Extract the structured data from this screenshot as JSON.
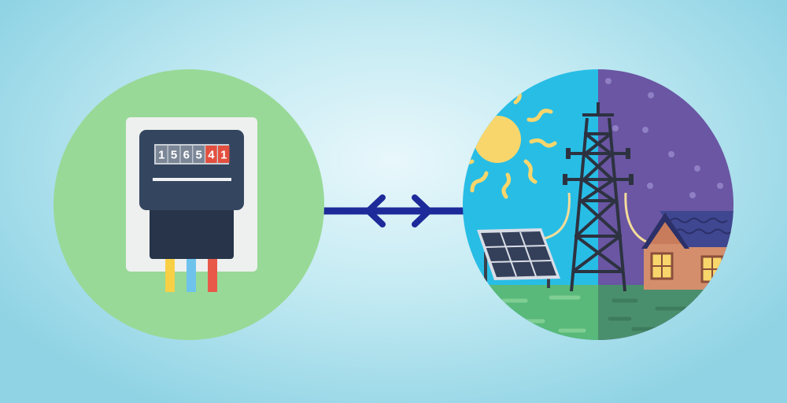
{
  "meter": {
    "digits": [
      "1",
      "5",
      "6",
      "5",
      "4",
      "1"
    ],
    "digit_colors": [
      "#7b8796",
      "#7b8796",
      "#7b8796",
      "#7b8796",
      "#e3503f",
      "#e3503f"
    ],
    "wire_colors": [
      "#f7d046",
      "#6ec3ec",
      "#e8594a"
    ]
  },
  "connector": {
    "arrow_icons": [
      "arrow-left-icon",
      "arrow-right-icon"
    ],
    "color": "#1d2a9a"
  },
  "scene_colors": {
    "meter_circle": "#98d997",
    "day_sky": "#28bde5",
    "night_sky": "#6a56a3",
    "sun": "#f8d66c",
    "day_grass": "#59b97a",
    "night_grass": "#4a8f6d"
  }
}
